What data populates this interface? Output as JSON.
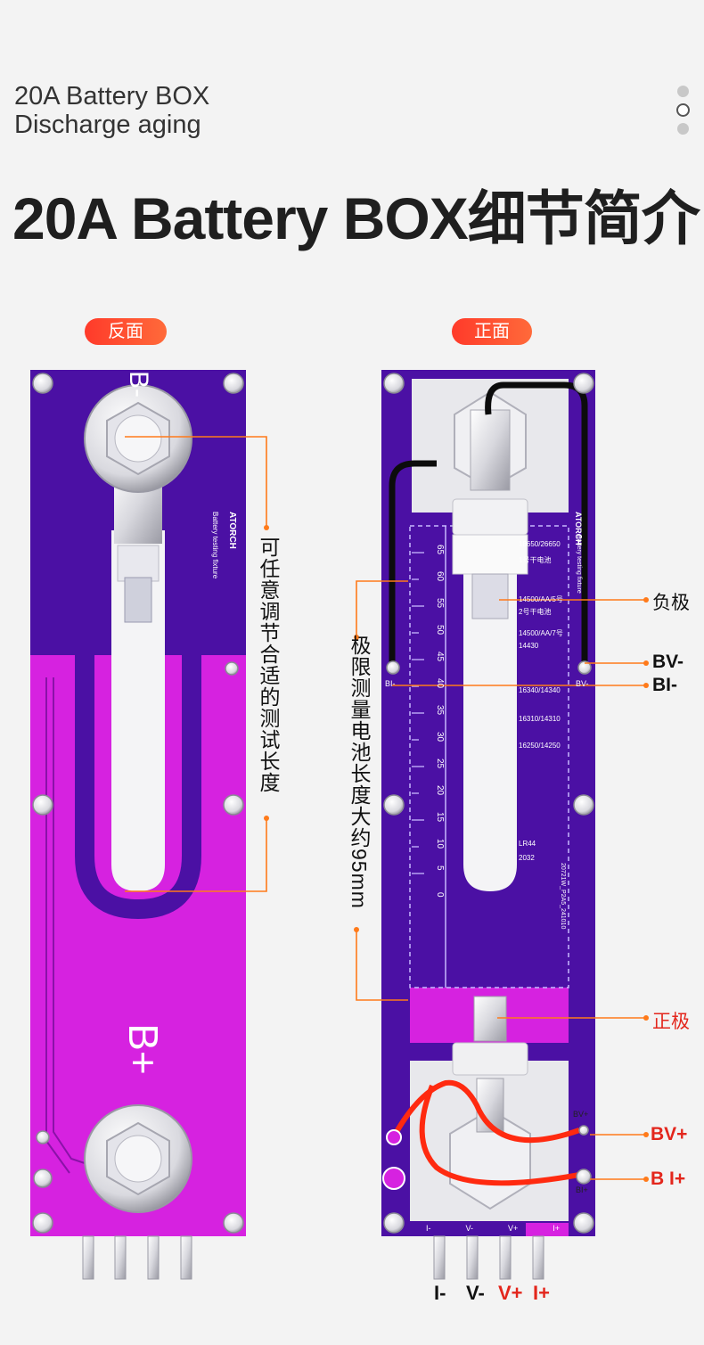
{
  "header": {
    "subtitle_line1": "20A Battery BOX",
    "subtitle_line2": "Discharge aging",
    "title": "20A Battery BOX细节简介"
  },
  "tags": {
    "back": "反面",
    "front": "正面"
  },
  "back_board": {
    "brand": "ATORCH",
    "brand_sub": "Battery testing fixture",
    "label_bplus": "B+",
    "label_bminus": "B-",
    "callout": "可任意调节合适的测试长度"
  },
  "front_board": {
    "brand": "ATORCH",
    "brand_sub": "Battery testing fixture",
    "scale_ticks": [
      "65",
      "60",
      "55",
      "50",
      "45",
      "40",
      "35",
      "30",
      "25",
      "20",
      "15",
      "10",
      "5",
      "0"
    ],
    "size_marks": [
      "18650/26650",
      "1号干电池",
      "14500/AA/5号",
      "2号干电池",
      "14500/AA/7号",
      "14430",
      "16340/14340",
      "16310/14310",
      "16250/14250",
      "LR44",
      "2032"
    ],
    "model_code": "20721W_P2A5_241010",
    "pin_marks": [
      "I-",
      "V-",
      "V+",
      "I+"
    ],
    "side_marks": {
      "bv_minus": "BV-",
      "bi_minus": "BI-",
      "bv_plus": "BV+",
      "bi_plus": "BI+"
    },
    "callout_length": "极限测量电池长度大约95mm"
  },
  "callouts": {
    "negative": "负极",
    "bv_minus": "BV-",
    "bi_minus": "BI-",
    "positive": "正极",
    "bv_plus": "BV+",
    "bi_plus": "B I+"
  },
  "pins": [
    "I-",
    "V-",
    "V+",
    "I+"
  ],
  "colors": {
    "accent": "#ff5a1f",
    "purple": "#4a0fa0",
    "magenta": "#d81ee0",
    "red": "#e3261c"
  }
}
